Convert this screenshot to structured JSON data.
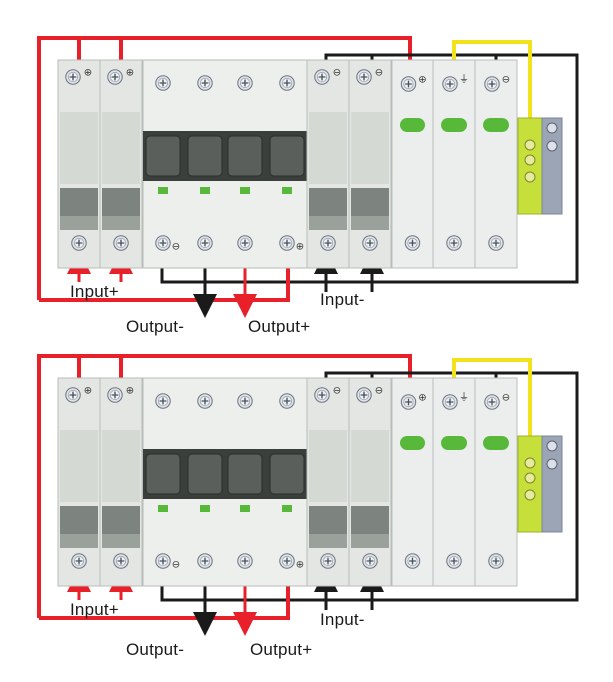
{
  "panels": [
    {
      "labels": {
        "input_pos": "Input+",
        "input_neg": "Input-",
        "output_neg": "Output-",
        "output_pos": "Output+"
      }
    },
    {
      "labels": {
        "input_pos": "Input+",
        "input_neg": "Input-",
        "output_neg": "Output-",
        "output_pos": "Output+"
      }
    }
  ],
  "colors": {
    "positive_wire": "#e8202a",
    "negative_wire": "#1a1a1a",
    "earth_wire": "#f2e21b",
    "indicator": "#58b83a",
    "module_body": "#e3e6e3",
    "terminal_earth": "#c7df3a",
    "terminal_neutral": "#9ba5b6"
  },
  "terminal_symbols": {
    "positive": "⊕",
    "negative": "⊖",
    "earth": "⏚"
  }
}
